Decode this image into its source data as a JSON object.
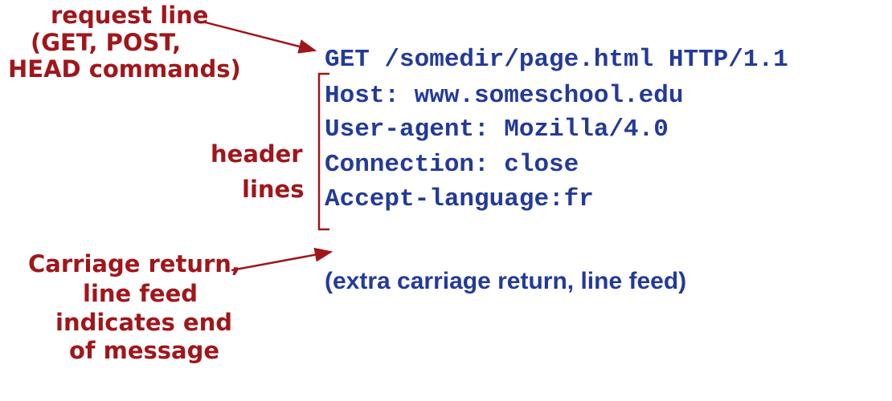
{
  "annotations": {
    "request_line": [
      "request line",
      "(GET, POST,",
      "HEAD commands)"
    ],
    "header_lines": [
      "header",
      "lines"
    ],
    "crlf": [
      "Carriage return,",
      "line feed",
      "indicates end",
      "of message"
    ]
  },
  "request": {
    "request_line": "GET /somedir/page.html HTTP/1.1",
    "headers": [
      "Host: www.someschool.edu",
      "User-agent: Mozilla/4.0",
      "Connection: close",
      "Accept-language:fr"
    ],
    "blank_line_note": "(extra carriage return, line feed)"
  },
  "colors": {
    "annotation": "#a0161b",
    "code": "#233a9a"
  }
}
